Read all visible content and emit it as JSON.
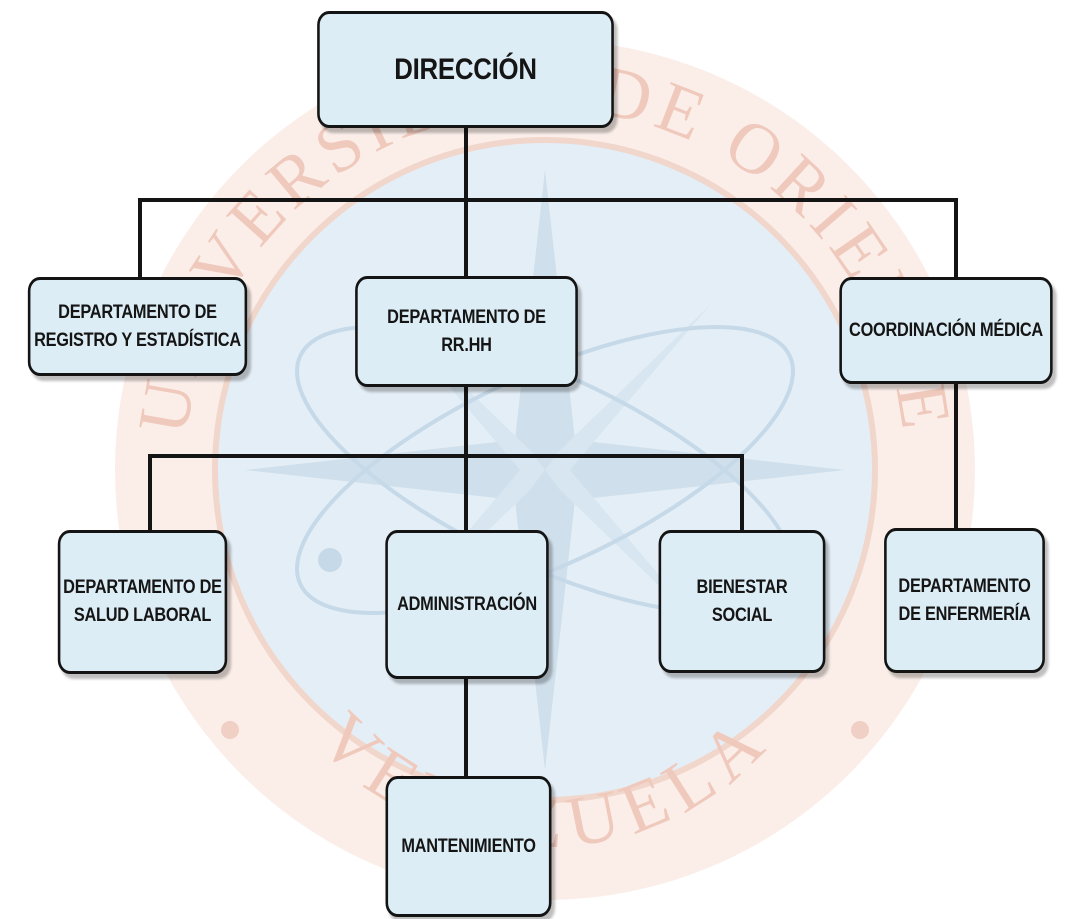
{
  "watermark": {
    "top_text": "UNIVERSIDAD DE ORIENTE",
    "bottom_text": "VENEZUELA",
    "icon": "compass-star-atom-seal",
    "colors": {
      "seal_ring": "#f3cfc4",
      "seal_inner": "#dbe8f2",
      "letters": "#e9b2a4"
    }
  },
  "colors": {
    "box_fill": "#dcedf5",
    "box_border": "#141414",
    "line": "#141414",
    "text": "#151515"
  },
  "org_chart": {
    "direccion": "DIRECCIÓN",
    "registro": {
      "line1": "DEPARTAMENTO DE",
      "line2": "REGISTRO Y ESTADÍSTICA"
    },
    "rrhh": {
      "line1": "DEPARTAMENTO DE",
      "line2": "RR.HH"
    },
    "coordinacion": "COORDINACIÓN MÉDICA",
    "salud": {
      "line1": "DEPARTAMENTO DE",
      "line2": "SALUD LABORAL"
    },
    "administracion": "ADMINISTRACIÓN",
    "bienestar": {
      "line1": "BIENESTAR",
      "line2": "SOCIAL"
    },
    "enfermeria": {
      "line1": "DEPARTAMENTO",
      "line2": "DE ENFERMERÍA"
    },
    "mantenimiento": "MANTENIMIENTO"
  }
}
